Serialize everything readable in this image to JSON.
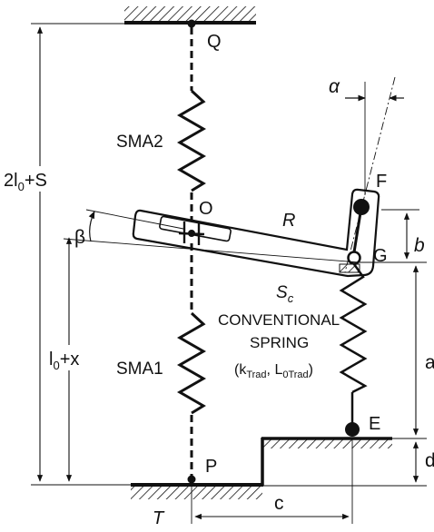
{
  "colors": {
    "ink": "#111111",
    "background": "#ffffff"
  },
  "labels": {
    "Q": "Q",
    "F": "F",
    "O": "O",
    "G": "G",
    "E": "E",
    "P": "P",
    "R": "R",
    "alpha": "α",
    "beta": "β",
    "b": "b",
    "a": "a",
    "d": "d",
    "c": "c",
    "T": "T",
    "sma2": "SMA2",
    "sma1": "SMA1",
    "sc_main": "S",
    "sc_sub": "c",
    "spring_line1": "CONVENTIONAL",
    "spring_line2": "SPRING",
    "spring_open": "(k",
    "spring_k_sub": "Trad",
    "spring_comma": ", L",
    "spring_L_sub": "0Trad",
    "spring_close": ")",
    "dim_total_a": "2l",
    "dim_total_sub": "0",
    "dim_total_b": "+S",
    "dim_lower_a": "l",
    "dim_lower_sub": "0",
    "dim_lower_b": "+x"
  }
}
